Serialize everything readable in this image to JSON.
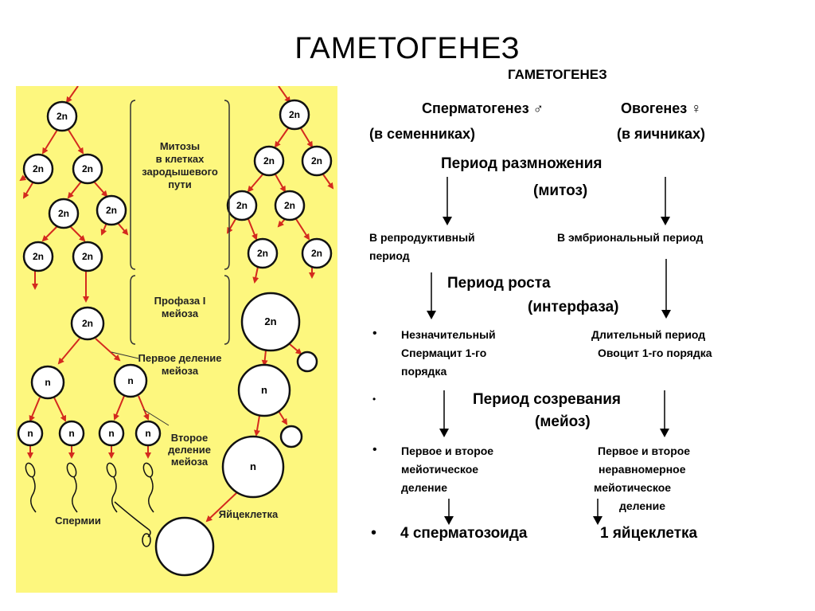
{
  "slide": {
    "title": "ГАМЕТОГЕНЕЗ"
  },
  "diagram": {
    "labels": {
      "mitoses": [
        "Митозы",
        "в клетках",
        "зародышевого",
        "пути"
      ],
      "prophase": [
        "Профаза I",
        "мейоза"
      ],
      "first_division": [
        "Первое деление",
        "мейоза"
      ],
      "second_division": [
        "Второе",
        "деление",
        "мейоза"
      ],
      "sperm": "Спермии",
      "egg": "Яйцеклетка"
    },
    "cell_2n": "2n",
    "cell_n": "n",
    "colors": {
      "background": "#fdf77e",
      "arrow": "#d42a1e",
      "cell_border": "#111111"
    }
  },
  "scheme": {
    "heading": "ГАМЕТОГЕНЕЗ",
    "spermatogenesis": "Сперматогенез ♂",
    "oogenesis": "Овогенез ♀",
    "sperm_location": "(в семенниках)",
    "ovary_location": "(в яичниках)",
    "reproduction_title": "Период размножения",
    "reproduction_sub": "(митоз)",
    "repro_left_1": "В репродуктивный",
    "repro_left_2": "период",
    "repro_right": "В эмбриональный  период",
    "growth_title": "Период  роста",
    "growth_sub": "(интерфаза)",
    "growth_left_1": "Незначительный",
    "growth_left_2": "Спермацит 1-го",
    "growth_left_3": "порядка",
    "growth_right_1": "Длительный период",
    "growth_right_2": "Овоцит 1-го  порядка",
    "maturation_title": "Период созревания",
    "maturation_sub": "(мейоз)",
    "mat_left_1": "Первое и второе",
    "mat_left_2": "мейотическое",
    "mat_left_3": "деление",
    "mat_right_1": "Первое и второе",
    "mat_right_2": "неравномерное",
    "mat_right_3": "мейотическое",
    "mat_right_4": "деление",
    "result_left": "4 сперматозоида",
    "result_right": "1 яйцеклетка",
    "bullet": "•"
  }
}
